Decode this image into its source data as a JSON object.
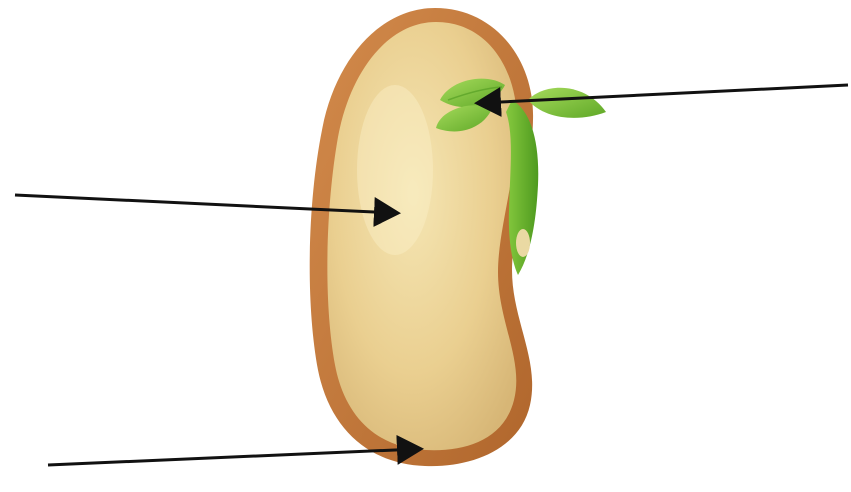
{
  "diagram": {
    "subject": "bean-seed",
    "arrows": [
      {
        "id": "embryo-arrow",
        "target": "embryo"
      },
      {
        "id": "cotyledon-arrow",
        "target": "cotyledon"
      },
      {
        "id": "seed-coat-arrow",
        "target": "seed-coat"
      }
    ],
    "colors": {
      "seed_coat": "#C77A3A",
      "seed_coat_dark": "#A85F28",
      "cotyledon": "#E8CF8E",
      "cotyledon_light": "#F3E2AE",
      "cotyledon_shadow": "#D6B877",
      "embryo_green": "#7DC23A",
      "embryo_dark": "#4E9A1F",
      "arrow": "#111111",
      "background": "#FFFFFF"
    }
  }
}
